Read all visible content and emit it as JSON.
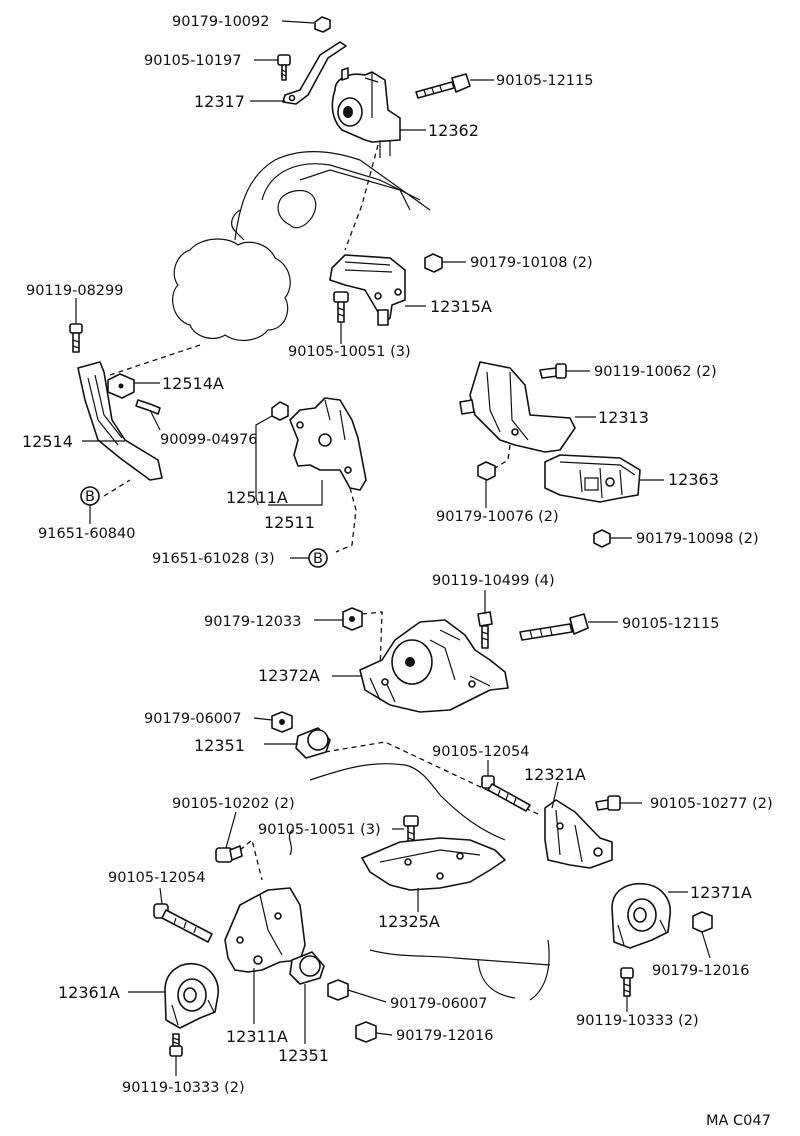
{
  "diagram": {
    "code": "MA C047",
    "circle_marker": "B",
    "labels": {
      "p90179_10092": "90179-10092",
      "p90105_10197": "90105-10197",
      "p12317": "12317",
      "p90105_12115_top": "90105-12115",
      "p12362": "12362",
      "p90179_10108": "90179-10108 (2)",
      "p12315A": "12315A",
      "p90119_08299": "90119-08299",
      "p90105_10051_a": "90105-10051 (3)",
      "p90119_10062": "90119-10062 (2)",
      "p12514A": "12514A",
      "p12313": "12313",
      "p90099_04976": "90099-04976",
      "p12514": "12514",
      "p12363": "12363",
      "p12511A": "12511A",
      "p12511": "12511",
      "p90179_10076": "90179-10076 (2)",
      "p91651_60840": "91651-60840",
      "p90179_10098": "90179-10098 (2)",
      "p91651_61028": "91651-61028 (3)",
      "p90119_10499": "90119-10499 (4)",
      "p90179_12033": "90179-12033",
      "p90105_12115_mid": "90105-12115",
      "p12372A": "12372A",
      "p90179_06007_top": "90179-06007",
      "p12351_top": "12351",
      "p90105_12054_right": "90105-12054",
      "p12321A": "12321A",
      "p90105_10202": "90105-10202 (2)",
      "p90105_10277": "90105-10277 (2)",
      "p90105_10051_b": "90105-10051 (3)",
      "p90105_12054_left": "90105-12054",
      "p12371A": "12371A",
      "p12325A": "12325A",
      "p90179_12016_right": "90179-12016",
      "p12361A": "12361A",
      "p90179_06007_bottom": "90179-06007",
      "p90119_10333_right": "90119-10333 (2)",
      "p12311A": "12311A",
      "p90179_12016_bottom": "90179-12016",
      "p12351_bottom": "12351",
      "p90119_10333_left": "90119-10333 (2)"
    }
  }
}
